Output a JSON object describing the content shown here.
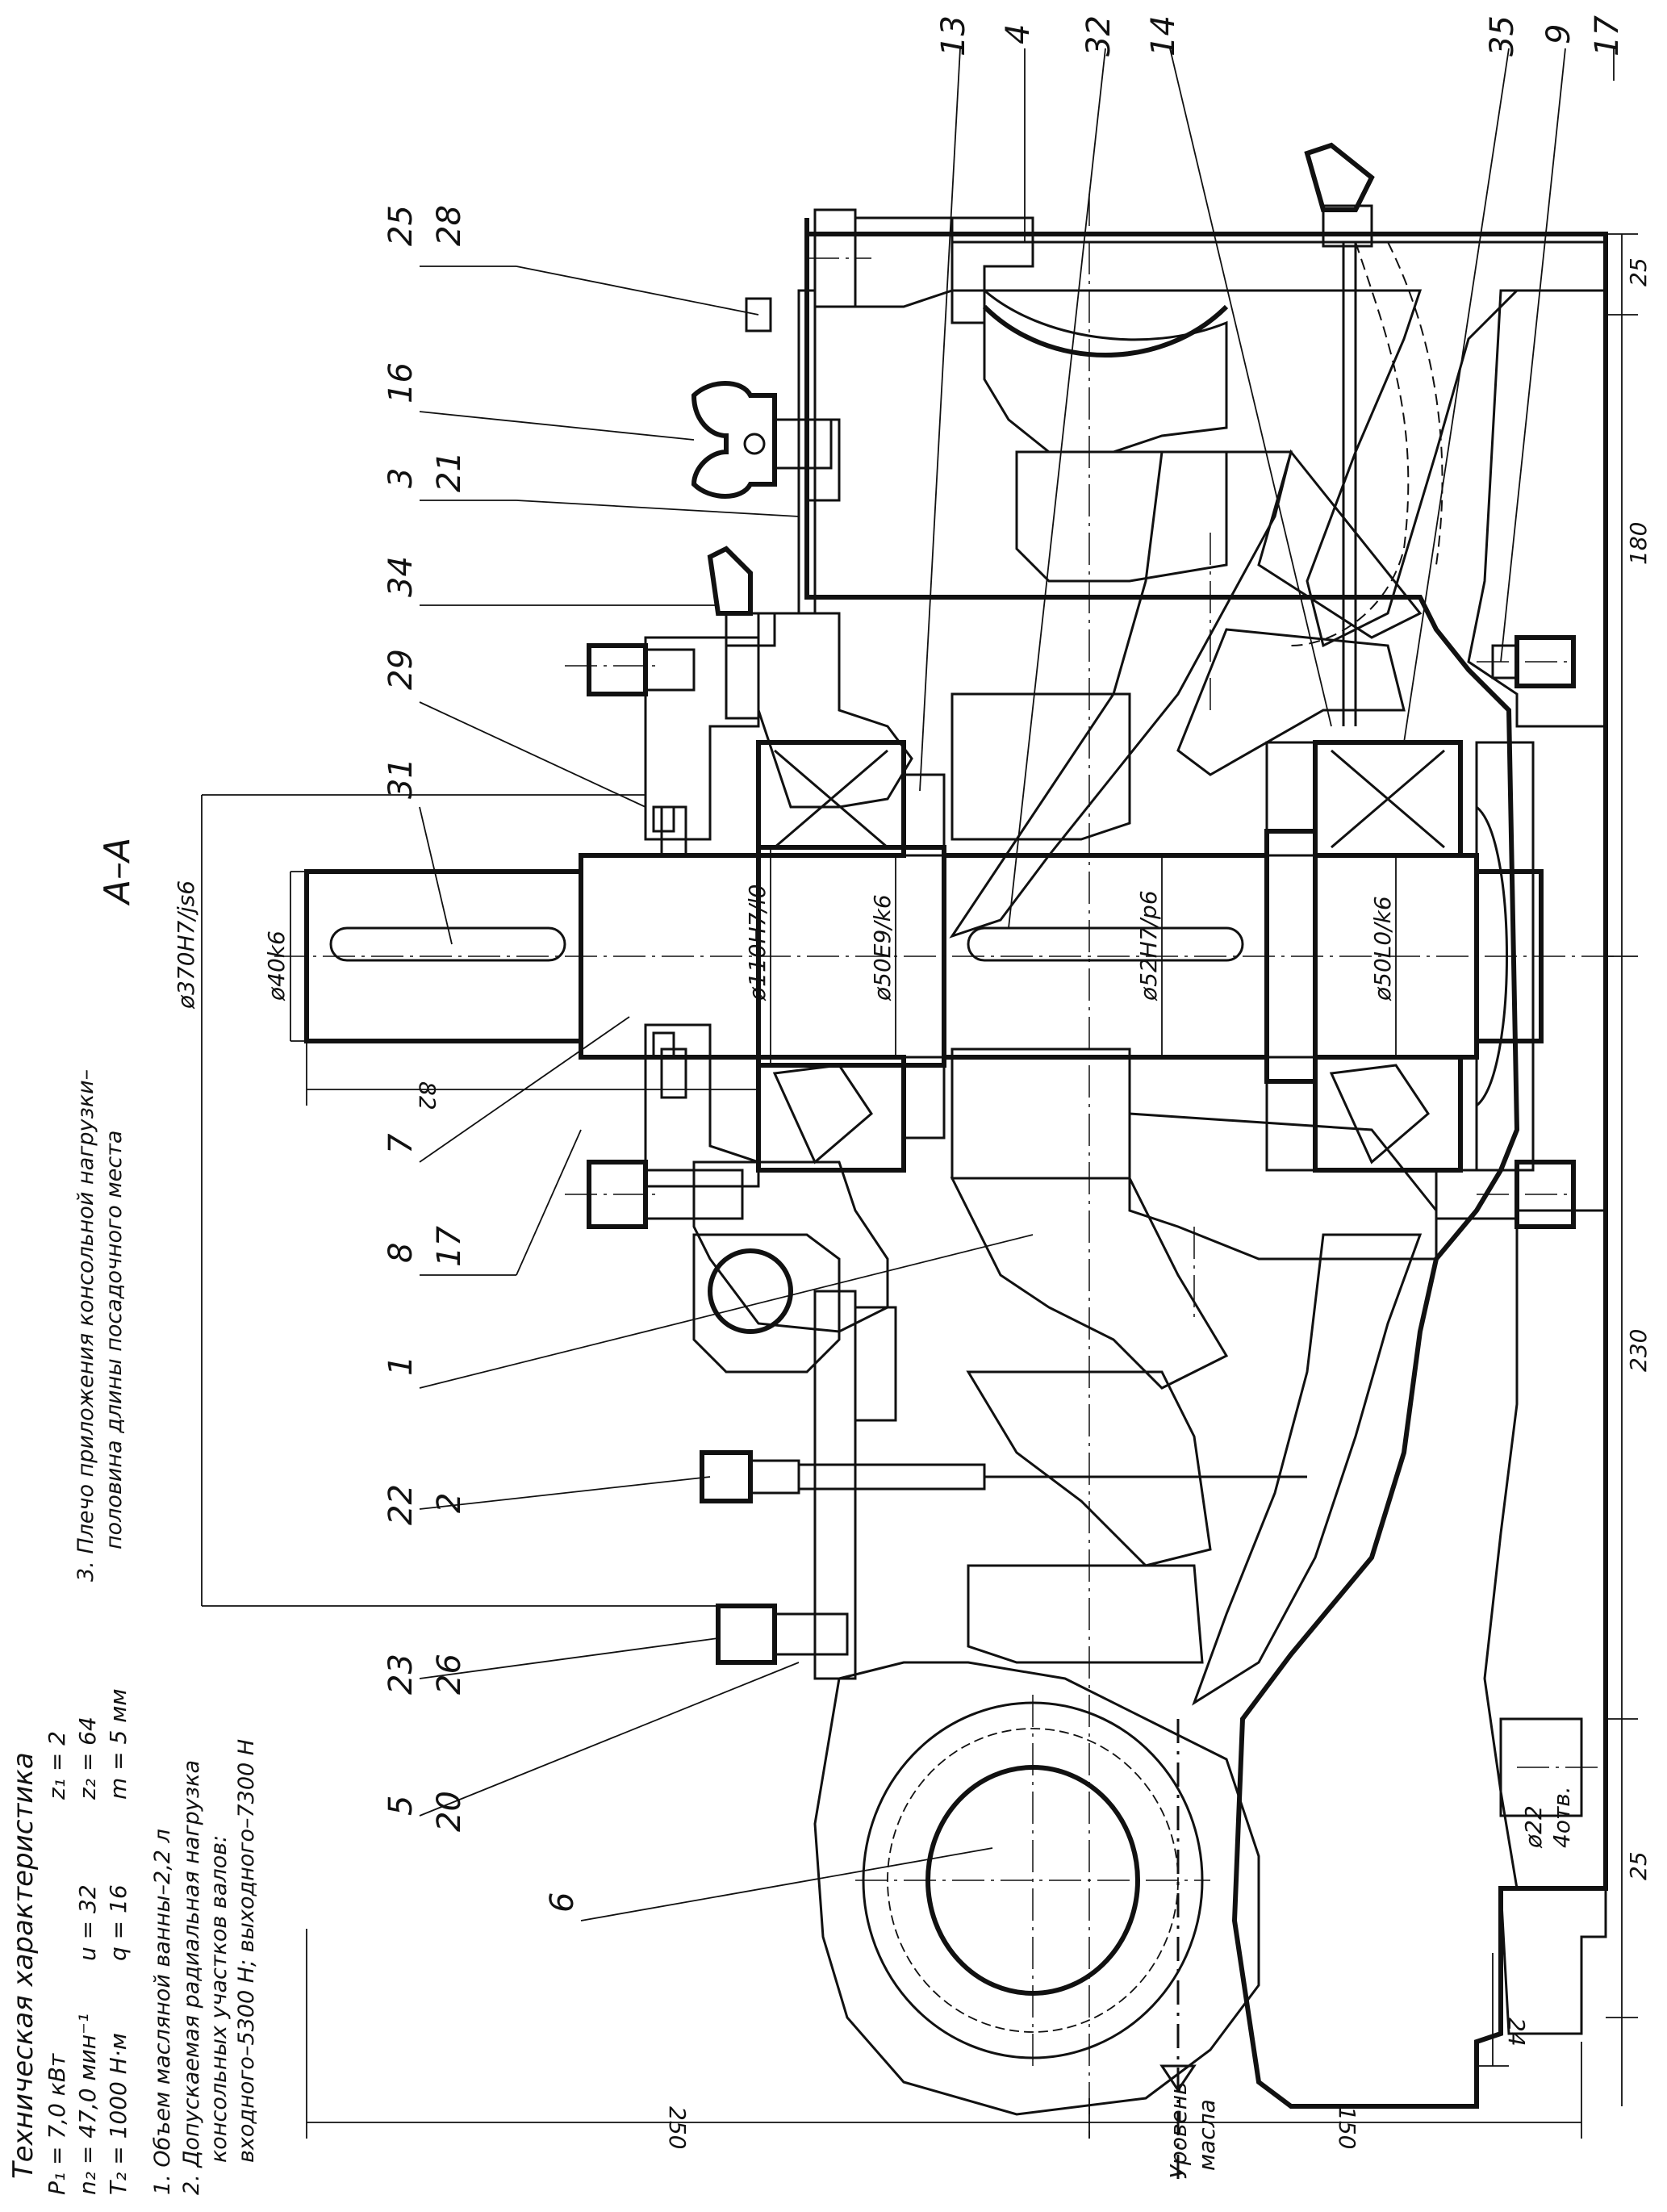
{
  "section_title": "А–А",
  "tech": {
    "title": "Техническая характеристика",
    "p1": "P₁ = 7,0   кВт",
    "n2": "n₂ = 47,0   мин⁻¹",
    "t2": "T₂ = 1000   Н·м",
    "u": "u = 32",
    "q": "q = 16",
    "z1": "z₁ = 2",
    "z2": "z₂ = 64",
    "m": "m = 5  мм"
  },
  "notes": {
    "n1": "1.  Объем масляной ванны–2,2 л",
    "n2a": "2.  Допускаемая радиальная нагрузка",
    "n2b": "консольных участков валов:",
    "n2c": "входного–5300 Н; выходного–7300 Н",
    "n3a": "3.  Плечо приложения консольной нагрузки–",
    "n3b": "половина длины посадочного места"
  },
  "leaders_bottom": [
    {
      "top": "25",
      "bottom": "28"
    },
    {
      "top": "16",
      "bottom": ""
    },
    {
      "top": "3",
      "bottom": "21"
    },
    {
      "top": "34",
      "bottom": ""
    },
    {
      "top": "29",
      "bottom": ""
    },
    {
      "top": "31",
      "bottom": ""
    },
    {
      "top": "7",
      "bottom": ""
    },
    {
      "top": "8",
      "bottom": "17"
    },
    {
      "top": "1",
      "bottom": ""
    },
    {
      "top": "22",
      "bottom": "2"
    },
    {
      "top": "23",
      "bottom": "26"
    },
    {
      "top": "5",
      "bottom": "20"
    },
    {
      "top": "6",
      "bottom": ""
    }
  ],
  "leaders_right": [
    "13",
    "4",
    "32",
    "14",
    "35",
    "9",
    "17"
  ],
  "dims": {
    "d370": "ø370H7/js6",
    "d40": "ø40k6",
    "d110": "ø110H7/l0",
    "d50e9": "ø50E9/k6",
    "d52": "ø52H7/p6",
    "d50l0": "ø50L0/k6",
    "d82": "82",
    "d25a": "25",
    "d180": "180",
    "d230": "230",
    "d25b": "25",
    "d22": "ø22",
    "holes": "4отв.",
    "d24": "24",
    "d250": "250",
    "d150": "150",
    "oil1": "Уровень",
    "oil2": "масла"
  }
}
